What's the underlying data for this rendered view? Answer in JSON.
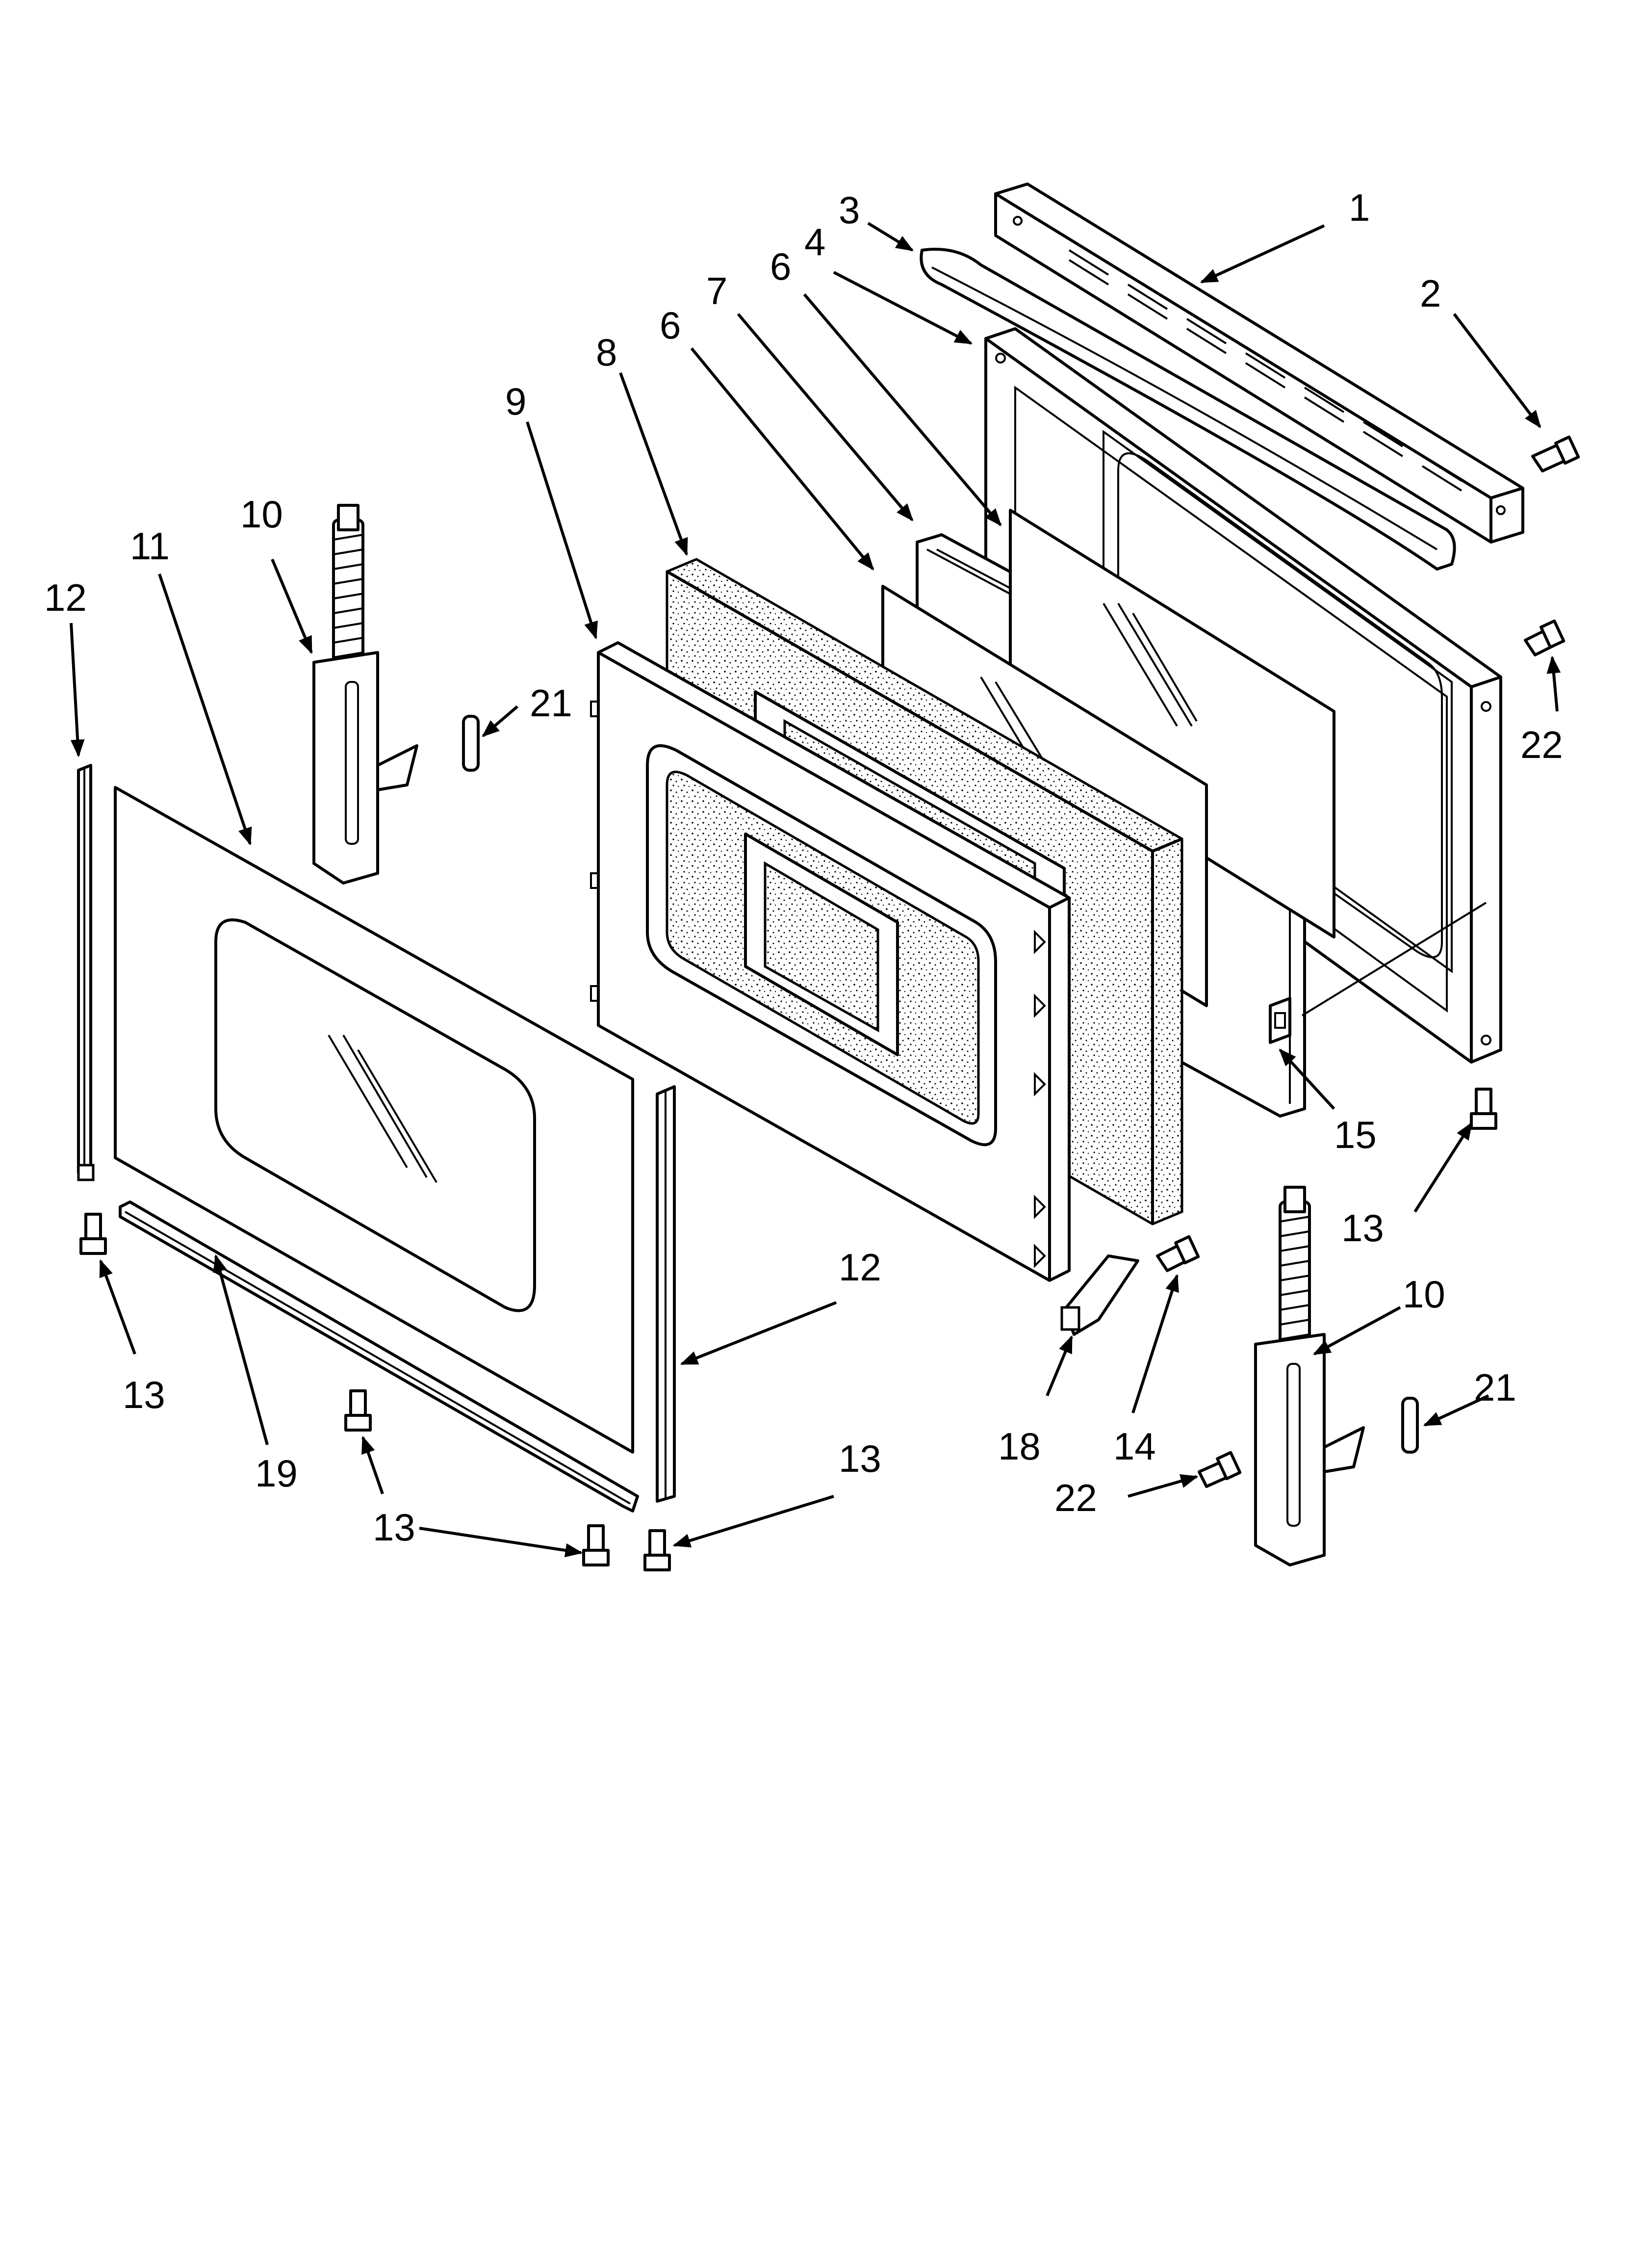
{
  "diagram": {
    "type": "exploded-parts-view",
    "callouts": [
      {
        "id": "c1",
        "label": "1"
      },
      {
        "id": "c2",
        "label": "2"
      },
      {
        "id": "c3",
        "label": "3"
      },
      {
        "id": "c4",
        "label": "4"
      },
      {
        "id": "c6a",
        "label": "6"
      },
      {
        "id": "c7",
        "label": "7"
      },
      {
        "id": "c6b",
        "label": "6"
      },
      {
        "id": "c8",
        "label": "8"
      },
      {
        "id": "c9",
        "label": "9"
      },
      {
        "id": "c10a",
        "label": "10"
      },
      {
        "id": "c11",
        "label": "11"
      },
      {
        "id": "c12a",
        "label": "12"
      },
      {
        "id": "c21a",
        "label": "21"
      },
      {
        "id": "c22a",
        "label": "22"
      },
      {
        "id": "c15",
        "label": "15"
      },
      {
        "id": "c13a",
        "label": "13"
      },
      {
        "id": "c10b",
        "label": "10"
      },
      {
        "id": "c12b",
        "label": "12"
      },
      {
        "id": "c13b",
        "label": "13"
      },
      {
        "id": "c19",
        "label": "19"
      },
      {
        "id": "c13c",
        "label": "13"
      },
      {
        "id": "c13d",
        "label": "13"
      },
      {
        "id": "c18",
        "label": "18"
      },
      {
        "id": "c14",
        "label": "14"
      },
      {
        "id": "c22b",
        "label": "22"
      },
      {
        "id": "c21b",
        "label": "21"
      }
    ]
  }
}
